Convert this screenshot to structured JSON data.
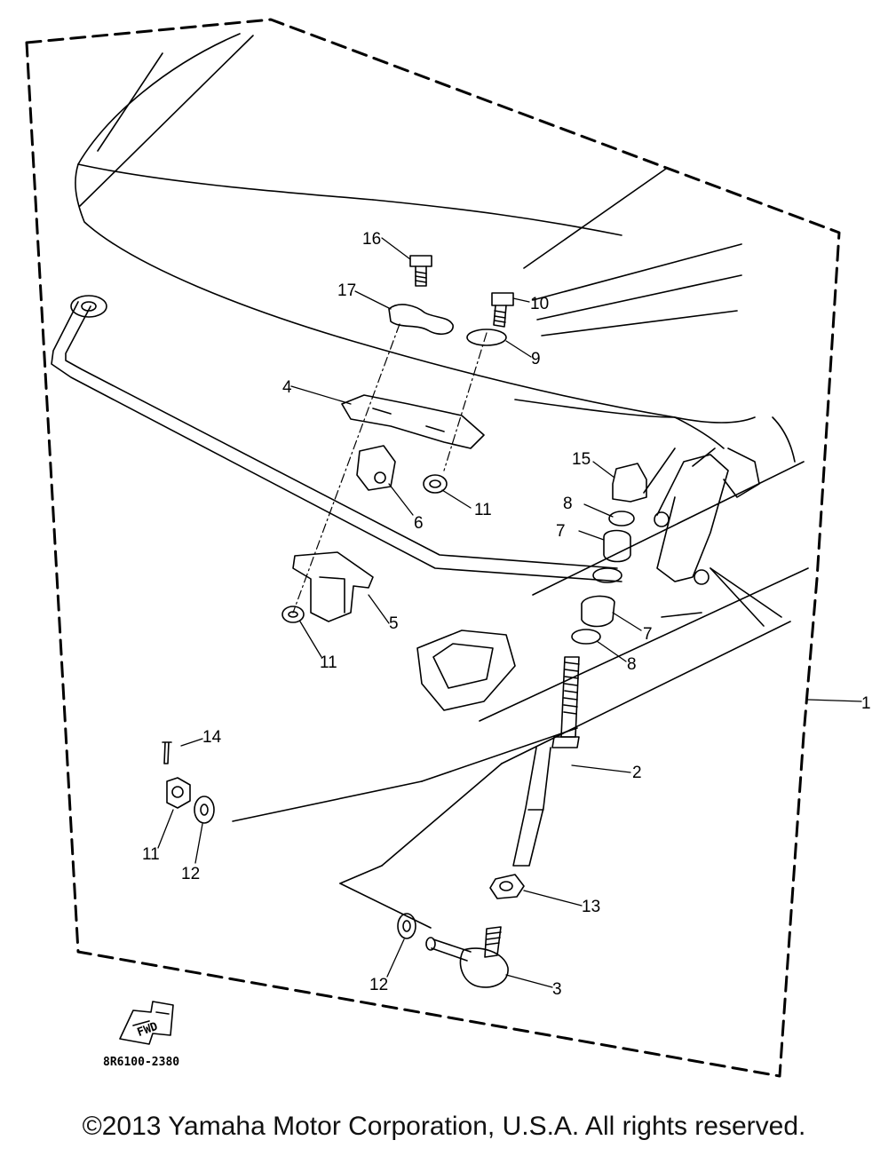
{
  "diagram": {
    "parts": [
      {
        "id": "1",
        "text": "1"
      },
      {
        "id": "2",
        "text": "2"
      },
      {
        "id": "3",
        "text": "3"
      },
      {
        "id": "4",
        "text": "4"
      },
      {
        "id": "5",
        "text": "5"
      },
      {
        "id": "6",
        "text": "6"
      },
      {
        "id": "7a",
        "text": "7"
      },
      {
        "id": "7b",
        "text": "7"
      },
      {
        "id": "8a",
        "text": "8"
      },
      {
        "id": "8b",
        "text": "8"
      },
      {
        "id": "9",
        "text": "9"
      },
      {
        "id": "10",
        "text": "10"
      },
      {
        "id": "11a",
        "text": "11"
      },
      {
        "id": "11b",
        "text": "11"
      },
      {
        "id": "11c",
        "text": "11"
      },
      {
        "id": "12a",
        "text": "12"
      },
      {
        "id": "12b",
        "text": "12"
      },
      {
        "id": "13",
        "text": "13"
      },
      {
        "id": "14",
        "text": "14"
      },
      {
        "id": "15",
        "text": "15"
      },
      {
        "id": "16",
        "text": "16"
      },
      {
        "id": "17",
        "text": "17"
      }
    ],
    "code": "8R6100-2380",
    "fwd": "FWD"
  },
  "footer": {
    "copyright": "©2013 Yamaha Motor Corporation, U.S.A. All rights reserved."
  }
}
